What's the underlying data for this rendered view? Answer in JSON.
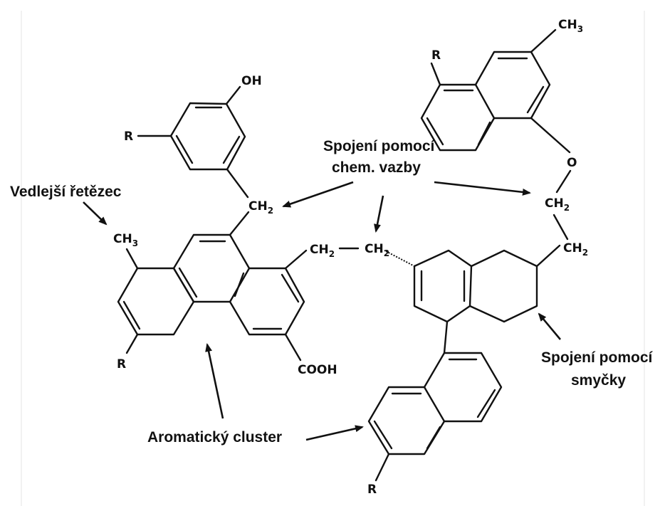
{
  "callouts": {
    "side_chain": "Vedlejší řetězec",
    "chem_bond_line1": "Spojení pomocí",
    "chem_bond_line2": "chem. vazby",
    "loop_line1": "Spojení pomocí",
    "loop_line2": "smyčky",
    "aromatic_cluster": "Aromatický cluster"
  },
  "atoms": {
    "oh": "OH",
    "r": "R",
    "ch": "CH",
    "h": "H",
    "sub_2": "2",
    "sub_3": "3",
    "cooh": "COOH",
    "o": "O"
  }
}
